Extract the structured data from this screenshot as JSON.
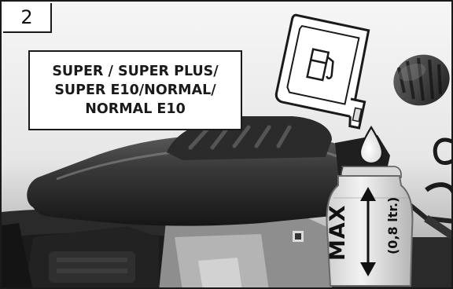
{
  "step": {
    "number": "2"
  },
  "fuel_types": {
    "lines": [
      "SUPER / SUPER PLUS/",
      "SUPER E10/NORMAL/",
      "NORMAL E10"
    ]
  },
  "measure": {
    "max_label": "MAX",
    "volume_label": "(0,8 ltr.)"
  },
  "icons": {
    "fuel_can": "fuel-canister-icon",
    "fuel_pump": "fuel-pump-icon",
    "fuel_drop": "fuel-drop-icon",
    "level_arrow": "double-arrow-icon"
  }
}
